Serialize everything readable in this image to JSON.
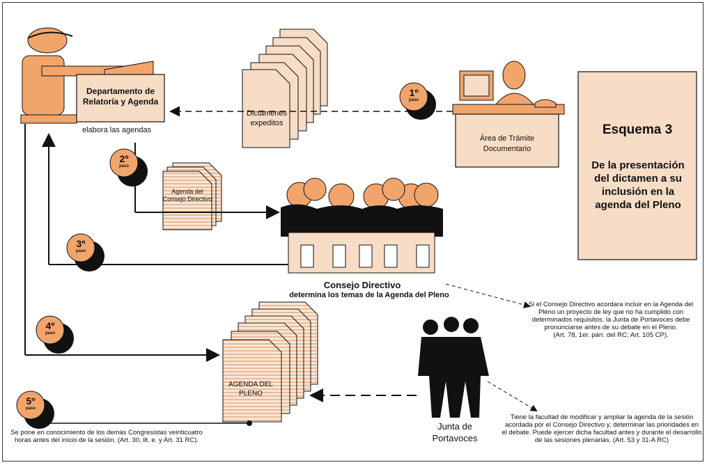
{
  "dept": {
    "name_line1": "Departamento de",
    "name_line2": "Relatoría y Agenda",
    "caption": "elabora las agendas"
  },
  "docs": {
    "dictamenes_line1": "Dictámenes",
    "dictamenes_line2": "expeditos",
    "agenda_cd_line1": "Agenda del",
    "agenda_cd_line2": "Consejo Directivo",
    "agenda_pleno_line1": "AGENDA DEL",
    "agenda_pleno_line2": "PLENO"
  },
  "tramite": {
    "line1": "Área de Trámite",
    "line2": "Documentario"
  },
  "schema": {
    "title": "Esquema 3",
    "subtitle": "De la presentación del dictamen a su inclusión en la agenda del Pleno"
  },
  "consejo": {
    "title": "Consejo Directivo",
    "subtitle": "determina los temas de la Agenda del Pleno"
  },
  "steps": [
    {
      "num": "1º",
      "sub": "paso"
    },
    {
      "num": "2º",
      "sub": "paso"
    },
    {
      "num": "3º",
      "sub": "paso"
    },
    {
      "num": "4º",
      "sub": "paso"
    },
    {
      "num": "5º",
      "sub": "paso"
    }
  ],
  "notes": {
    "consejo_note": "Si el Consejo Directivo acordara incluir en la Agenda del Pleno un proyecto de ley que no ha cumplido con determinados requisitos, la Junta de Portavoces debe pronunciarse antes de su debate en el Pleno.\n(Art. 78, 1er. párr. del RC; Art. 105 CP).",
    "junta_note": "Tiene la facultad de modificar y ampliar la agenda de la sesión acordada por el Consejo Directivo y, determinar las prioridades en el debate. Puede ejercer dicha facultad antes y durante el desarrollo de las sesiones plenarias. (Art. 53  y 31-A RC)",
    "step5_note": "Se pone en conocimiento de los demás Congresistas veinticuatro horas antes del inicio de la sesión. (Art. 30, lit. e. y Art. 31 RC)."
  },
  "junta": {
    "line1": "Junta de",
    "line2": "Portavoces"
  },
  "colors": {
    "figure": "#f2a56b",
    "box": "#f7dcc6",
    "paper": "#fbe6d3",
    "dark": "#111111",
    "lines": "#c47a4a"
  }
}
